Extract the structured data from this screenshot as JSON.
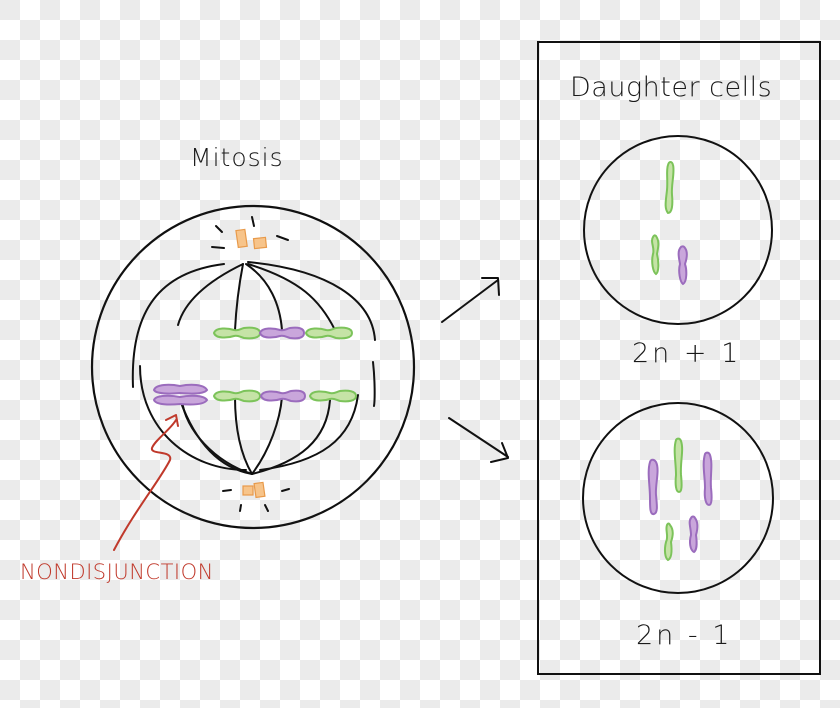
{
  "diagram": {
    "left_panel": {
      "title": "Mitosis",
      "annotation": {
        "label": "NONDISJUNCTION",
        "color": "#c0392b",
        "points_to": "unseparated purple chromosome pair"
      },
      "metaphase_rows": [
        {
          "row": "upper",
          "chromosomes": [
            "green",
            "purple",
            "green"
          ]
        },
        {
          "row": "lower",
          "chromosomes": [
            "purple (non-disjoined pair)",
            "green",
            "purple",
            "green"
          ]
        }
      ]
    },
    "right_panel": {
      "title": "Daughter cells",
      "cells": [
        {
          "label": "2n + 1",
          "chromosome_count": 3,
          "colors": [
            "green",
            "green",
            "purple"
          ]
        },
        {
          "label": "2n - 1",
          "chromosome_count": 5,
          "colors": [
            "purple",
            "green",
            "purple",
            "green",
            "purple"
          ]
        }
      ]
    },
    "colors": {
      "green_fill": "#c5e3a6",
      "green_stroke": "#7cc35a",
      "purple_fill": "#c9a6db",
      "purple_stroke": "#9b6cbd",
      "centrosome_fill": "#f7c48a",
      "centrosome_stroke": "#e89a4a",
      "line": "#111111",
      "arrow_red": "#c0392b"
    }
  }
}
